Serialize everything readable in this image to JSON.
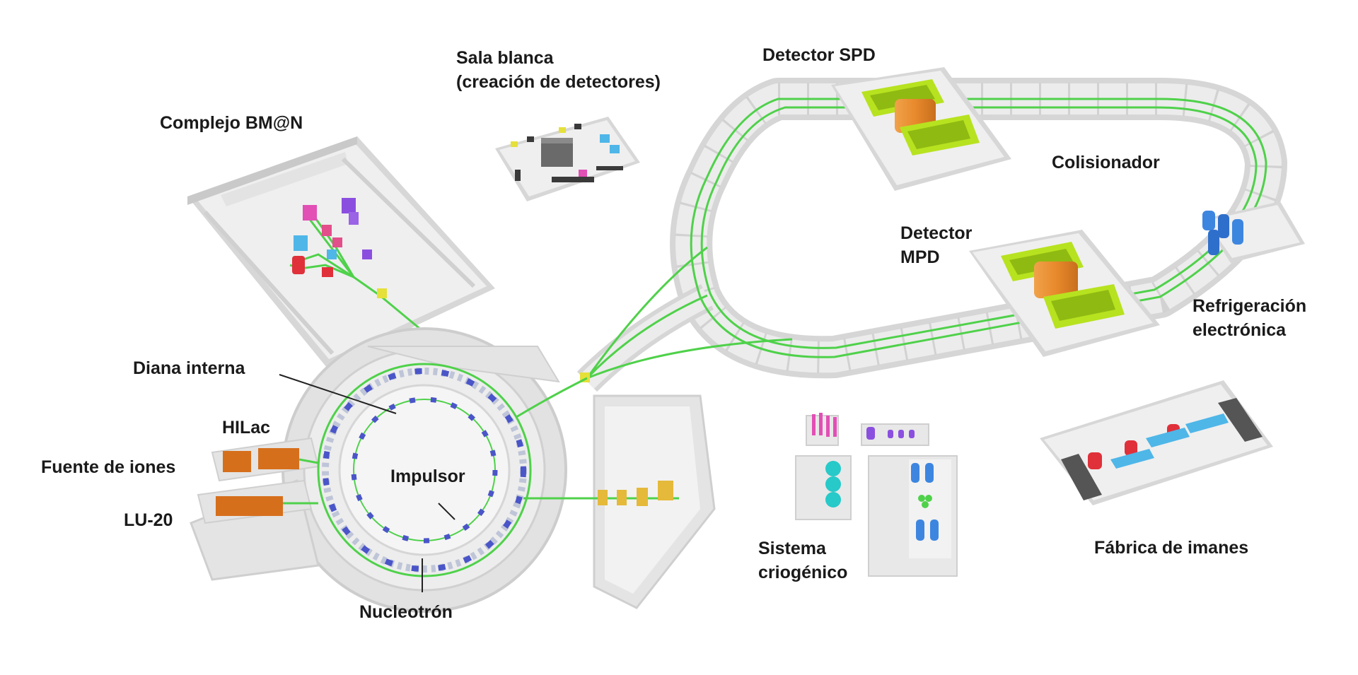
{
  "labels": {
    "sala_blanca": [
      "Sala blanca",
      "(creación de detectores)"
    ],
    "detector_spd": "Detector SPD",
    "complejo_bmn": "Complejo BM@N",
    "colisionador": "Colisionador",
    "detector_mpd": [
      "Detector",
      "MPD"
    ],
    "refrigeracion": [
      "Refrigeración",
      "electrónica"
    ],
    "diana_interna": "Diana interna",
    "hilac": "HILac",
    "fuente_iones": "Fuente de iones",
    "impulsor": "Impulsor",
    "lu20": "LU-20",
    "sistema_criogenico": [
      "Sistema",
      "criogénico"
    ],
    "fabrica_imanes": "Fábrica de imanes",
    "nucleotron": "Nucleotrón"
  },
  "colors": {
    "beamline": "#4fd14a",
    "floor": "#efefef",
    "wall": "#dcdcdc",
    "detector_yellow": "#b7e21f",
    "magnet_orange": "#e8892c",
    "ring_magnet": "#4a55c8",
    "cryo_cyan": "#27c9c9",
    "blue_tank": "#3d86e0",
    "pink": "#e24fb5",
    "purple": "#8b4fe0",
    "red": "#e0303a",
    "light_blue": "#4fb6e8",
    "gold": "#e5b93a"
  }
}
